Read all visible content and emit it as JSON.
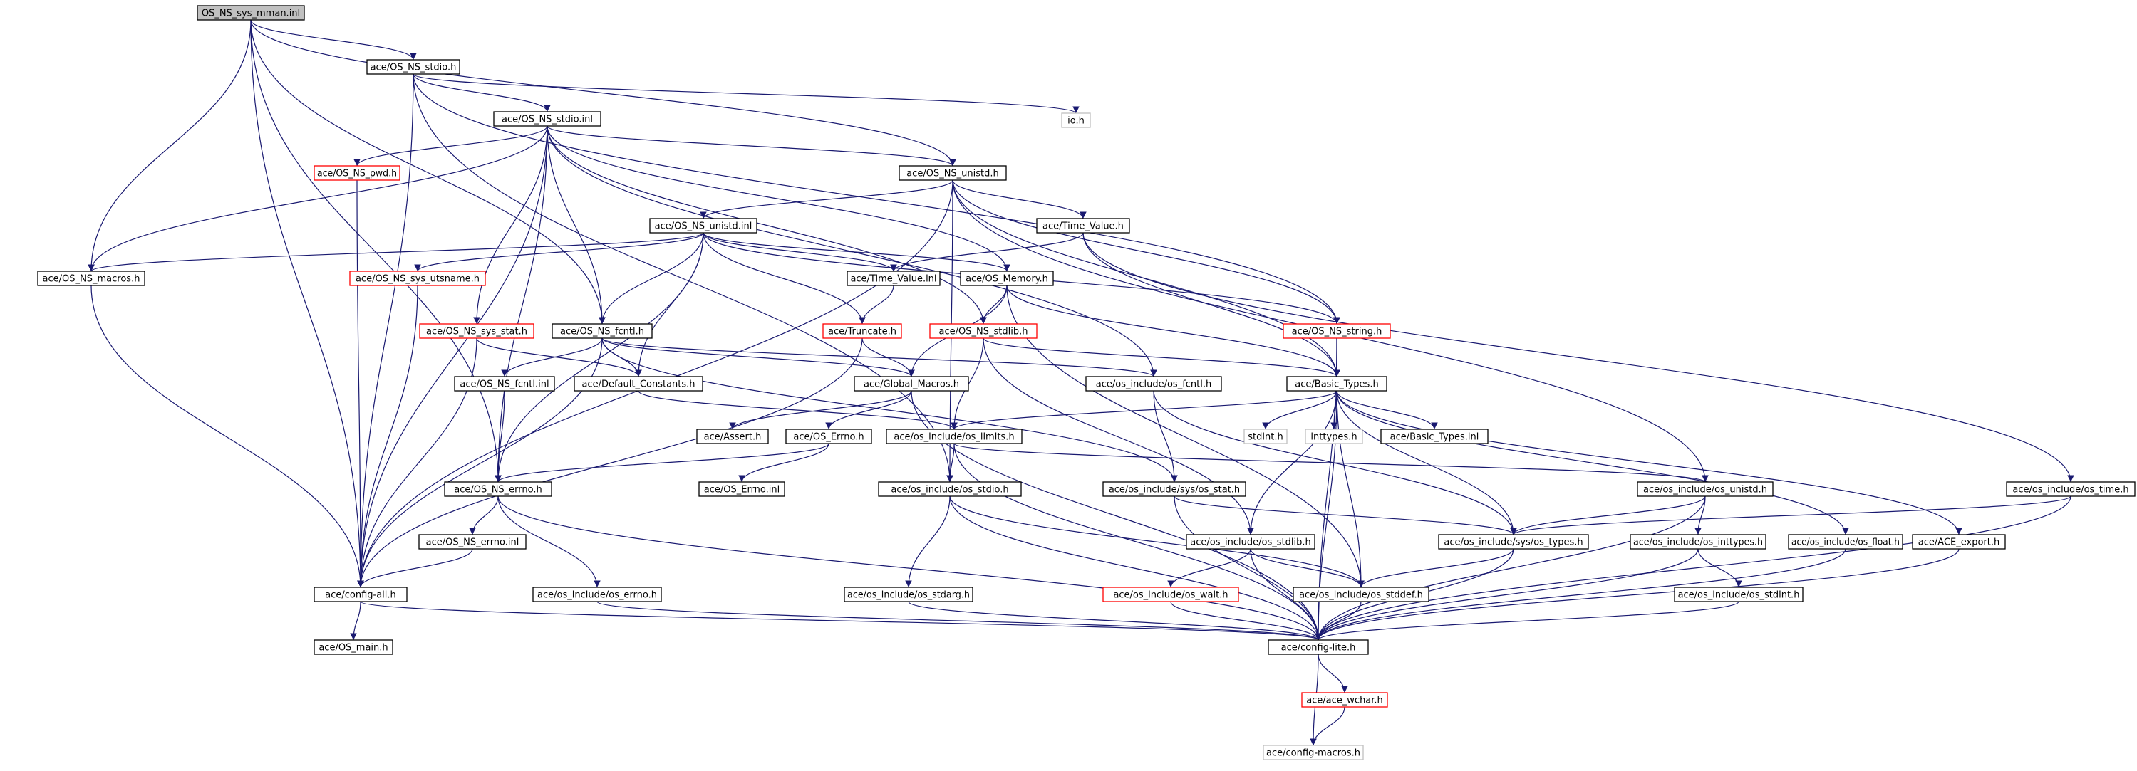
{
  "nodes": [
    {
      "id": "n0",
      "label": "OS_NS_sys_mman.inl",
      "style": "root"
    },
    {
      "id": "n1",
      "label": "ace/OS_NS_stdio.h",
      "style": "normal"
    },
    {
      "id": "n2",
      "label": "ace/OS_NS_stdio.inl",
      "style": "normal"
    },
    {
      "id": "n3",
      "label": "io.h",
      "style": "gray"
    },
    {
      "id": "n4",
      "label": "ace/OS_NS_pwd.h",
      "style": "red"
    },
    {
      "id": "n5",
      "label": "ace/OS_NS_unistd.h",
      "style": "normal"
    },
    {
      "id": "n6",
      "label": "ace/OS_NS_unistd.inl",
      "style": "normal"
    },
    {
      "id": "n7",
      "label": "ace/Time_Value.h",
      "style": "normal"
    },
    {
      "id": "n8",
      "label": "ace/OS_NS_macros.h",
      "style": "normal"
    },
    {
      "id": "n9",
      "label": "ace/OS_NS_sys_utsname.h",
      "style": "red"
    },
    {
      "id": "n10",
      "label": "ace/Time_Value.inl",
      "style": "normal"
    },
    {
      "id": "n11",
      "label": "ace/OS_Memory.h",
      "style": "normal"
    },
    {
      "id": "n12",
      "label": "ace/OS_NS_sys_stat.h",
      "style": "red"
    },
    {
      "id": "n13",
      "label": "ace/OS_NS_fcntl.h",
      "style": "normal"
    },
    {
      "id": "n14",
      "label": "ace/Truncate.h",
      "style": "red"
    },
    {
      "id": "n15",
      "label": "ace/OS_NS_stdlib.h",
      "style": "red"
    },
    {
      "id": "n16",
      "label": "ace/OS_NS_string.h",
      "style": "red"
    },
    {
      "id": "n17",
      "label": "ace/OS_NS_fcntl.inl",
      "style": "normal"
    },
    {
      "id": "n18",
      "label": "ace/Default_Constants.h",
      "style": "normal"
    },
    {
      "id": "n19",
      "label": "ace/Global_Macros.h",
      "style": "normal"
    },
    {
      "id": "n20",
      "label": "ace/os_include/os_fcntl.h",
      "style": "normal"
    },
    {
      "id": "n21",
      "label": "ace/Basic_Types.h",
      "style": "normal"
    },
    {
      "id": "n22",
      "label": "ace/Assert.h",
      "style": "normal"
    },
    {
      "id": "n23",
      "label": "ace/OS_Errno.h",
      "style": "normal"
    },
    {
      "id": "n24",
      "label": "ace/os_include/os_limits.h",
      "style": "normal"
    },
    {
      "id": "n25",
      "label": "stdint.h",
      "style": "gray"
    },
    {
      "id": "n26",
      "label": "inttypes.h",
      "style": "gray"
    },
    {
      "id": "n27",
      "label": "ace/Basic_Types.inl",
      "style": "normal"
    },
    {
      "id": "n28",
      "label": "ace/OS_NS_errno.h",
      "style": "normal"
    },
    {
      "id": "n29",
      "label": "ace/OS_Errno.inl",
      "style": "normal"
    },
    {
      "id": "n30",
      "label": "ace/os_include/os_stdio.h",
      "style": "normal"
    },
    {
      "id": "n31",
      "label": "ace/os_include/sys/os_stat.h",
      "style": "normal"
    },
    {
      "id": "n32",
      "label": "ace/os_include/os_unistd.h",
      "style": "normal"
    },
    {
      "id": "n33",
      "label": "ace/os_include/os_time.h",
      "style": "normal"
    },
    {
      "id": "n34",
      "label": "ace/OS_NS_errno.inl",
      "style": "normal"
    },
    {
      "id": "n35",
      "label": "ace/os_include/os_stdlib.h",
      "style": "normal"
    },
    {
      "id": "n36",
      "label": "ace/os_include/sys/os_types.h",
      "style": "normal"
    },
    {
      "id": "n37",
      "label": "ace/os_include/os_inttypes.h",
      "style": "normal"
    },
    {
      "id": "n38",
      "label": "ace/os_include/os_float.h",
      "style": "normal"
    },
    {
      "id": "n39",
      "label": "ace/ACE_export.h",
      "style": "normal"
    },
    {
      "id": "n40",
      "label": "ace/config-all.h",
      "style": "normal"
    },
    {
      "id": "n41",
      "label": "ace/os_include/os_errno.h",
      "style": "normal"
    },
    {
      "id": "n42",
      "label": "ace/os_include/os_stdarg.h",
      "style": "normal"
    },
    {
      "id": "n43",
      "label": "ace/os_include/os_wait.h",
      "style": "red"
    },
    {
      "id": "n44",
      "label": "ace/os_include/os_stddef.h",
      "style": "normal"
    },
    {
      "id": "n45",
      "label": "ace/os_include/os_stdint.h",
      "style": "normal"
    },
    {
      "id": "n46",
      "label": "ace/OS_main.h",
      "style": "normal"
    },
    {
      "id": "n47",
      "label": "ace/config-lite.h",
      "style": "normal"
    },
    {
      "id": "n48",
      "label": "ace/ace_wchar.h",
      "style": "red"
    },
    {
      "id": "n49",
      "label": "ace/config-macros.h",
      "style": "gray"
    }
  ],
  "edges": [
    [
      "n0",
      "n1"
    ],
    [
      "n0",
      "n5"
    ],
    [
      "n0",
      "n8"
    ],
    [
      "n0",
      "n13"
    ],
    [
      "n0",
      "n28"
    ],
    [
      "n0",
      "n40"
    ],
    [
      "n1",
      "n2"
    ],
    [
      "n1",
      "n3"
    ],
    [
      "n1",
      "n16"
    ],
    [
      "n1",
      "n30"
    ],
    [
      "n1",
      "n40"
    ],
    [
      "n2",
      "n4"
    ],
    [
      "n2",
      "n5"
    ],
    [
      "n2",
      "n8"
    ],
    [
      "n2",
      "n12"
    ],
    [
      "n2",
      "n13"
    ],
    [
      "n2",
      "n15"
    ],
    [
      "n2",
      "n11"
    ],
    [
      "n2",
      "n20"
    ],
    [
      "n2",
      "n28"
    ],
    [
      "n2",
      "n40"
    ],
    [
      "n4",
      "n40"
    ],
    [
      "n5",
      "n6"
    ],
    [
      "n5",
      "n7"
    ],
    [
      "n5",
      "n16"
    ],
    [
      "n5",
      "n21"
    ],
    [
      "n5",
      "n32"
    ],
    [
      "n5",
      "n30"
    ],
    [
      "n5",
      "n40"
    ],
    [
      "n6",
      "n8"
    ],
    [
      "n6",
      "n9"
    ],
    [
      "n6",
      "n11"
    ],
    [
      "n6",
      "n13"
    ],
    [
      "n6",
      "n14"
    ],
    [
      "n6",
      "n16"
    ],
    [
      "n6",
      "n18"
    ],
    [
      "n6",
      "n10"
    ],
    [
      "n6",
      "n28"
    ],
    [
      "n7",
      "n10"
    ],
    [
      "n7",
      "n21"
    ],
    [
      "n7",
      "n33"
    ],
    [
      "n8",
      "n40"
    ],
    [
      "n9",
      "n40"
    ],
    [
      "n10",
      "n14"
    ],
    [
      "n11",
      "n15"
    ],
    [
      "n11",
      "n21"
    ],
    [
      "n11",
      "n19"
    ],
    [
      "n11",
      "n44"
    ],
    [
      "n12",
      "n18"
    ],
    [
      "n12",
      "n40"
    ],
    [
      "n13",
      "n17"
    ],
    [
      "n13",
      "n18"
    ],
    [
      "n13",
      "n19"
    ],
    [
      "n13",
      "n20"
    ],
    [
      "n13",
      "n31"
    ],
    [
      "n13",
      "n40"
    ],
    [
      "n14",
      "n19"
    ],
    [
      "n14",
      "n40"
    ],
    [
      "n15",
      "n21"
    ],
    [
      "n15",
      "n35"
    ],
    [
      "n15",
      "n24"
    ],
    [
      "n16",
      "n21"
    ],
    [
      "n16",
      "n47"
    ],
    [
      "n17",
      "n28"
    ],
    [
      "n18",
      "n24"
    ],
    [
      "n19",
      "n22"
    ],
    [
      "n19",
      "n23"
    ],
    [
      "n19",
      "n47"
    ],
    [
      "n20",
      "n31"
    ],
    [
      "n20",
      "n36"
    ],
    [
      "n21",
      "n24"
    ],
    [
      "n21",
      "n25"
    ],
    [
      "n21",
      "n26"
    ],
    [
      "n21",
      "n27"
    ],
    [
      "n21",
      "n35"
    ],
    [
      "n21",
      "n36"
    ],
    [
      "n21",
      "n38"
    ],
    [
      "n21",
      "n39"
    ],
    [
      "n21",
      "n44"
    ],
    [
      "n21",
      "n47"
    ],
    [
      "n23",
      "n28"
    ],
    [
      "n23",
      "n29"
    ],
    [
      "n24",
      "n30"
    ],
    [
      "n24",
      "n32"
    ],
    [
      "n24",
      "n47"
    ],
    [
      "n28",
      "n34"
    ],
    [
      "n28",
      "n41"
    ],
    [
      "n28",
      "n47"
    ],
    [
      "n30",
      "n42"
    ],
    [
      "n30",
      "n44"
    ],
    [
      "n30",
      "n47"
    ],
    [
      "n31",
      "n36"
    ],
    [
      "n31",
      "n47"
    ],
    [
      "n32",
      "n36"
    ],
    [
      "n32",
      "n37"
    ],
    [
      "n32",
      "n47"
    ],
    [
      "n33",
      "n36"
    ],
    [
      "n33",
      "n47"
    ],
    [
      "n34",
      "n40"
    ],
    [
      "n35",
      "n43"
    ],
    [
      "n35",
      "n44"
    ],
    [
      "n35",
      "n47"
    ],
    [
      "n36",
      "n44"
    ],
    [
      "n36",
      "n47"
    ],
    [
      "n37",
      "n45"
    ],
    [
      "n37",
      "n47"
    ],
    [
      "n38",
      "n47"
    ],
    [
      "n39",
      "n47"
    ],
    [
      "n40",
      "n46"
    ],
    [
      "n40",
      "n47"
    ],
    [
      "n41",
      "n47"
    ],
    [
      "n42",
      "n47"
    ],
    [
      "n43",
      "n47"
    ],
    [
      "n44",
      "n47"
    ],
    [
      "n45",
      "n47"
    ],
    [
      "n47",
      "n48"
    ],
    [
      "n47",
      "n49"
    ],
    [
      "n48",
      "n49"
    ]
  ]
}
